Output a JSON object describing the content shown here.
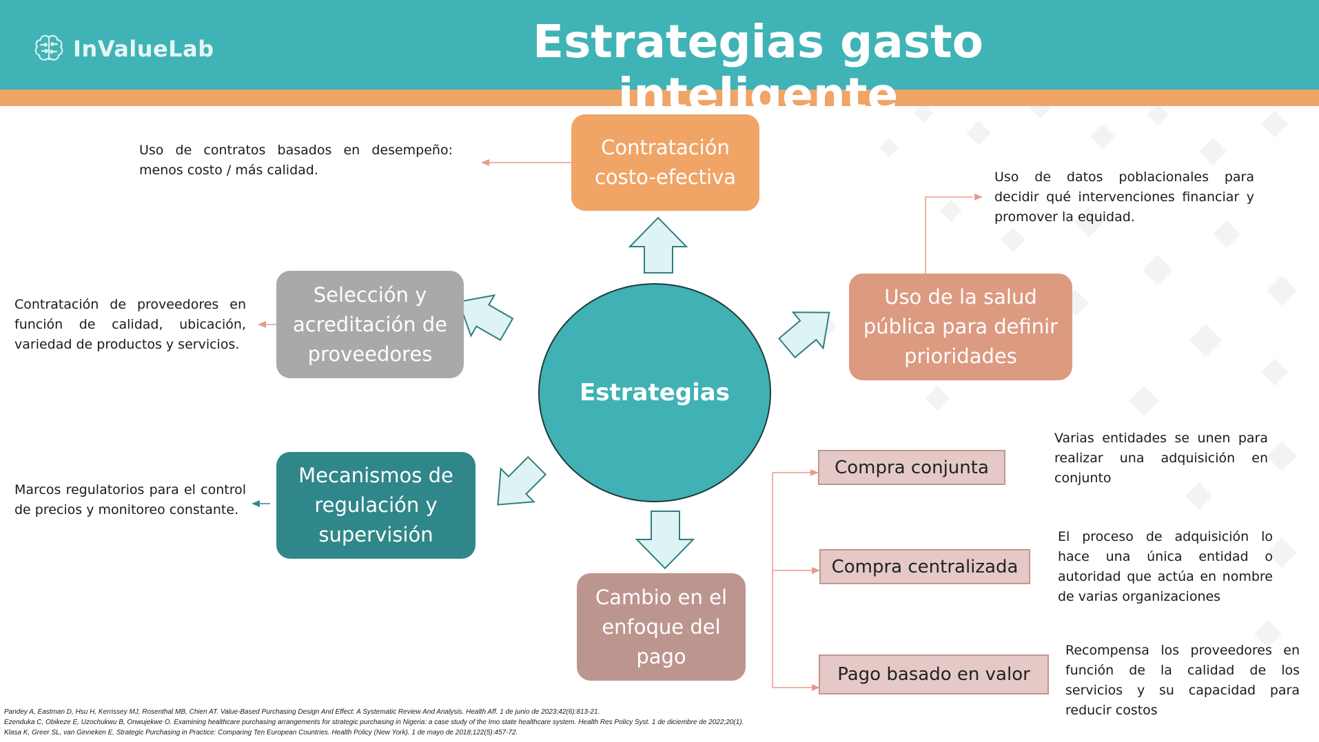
{
  "header": {
    "logo_text": "InValueLab",
    "title": "Estrategias gasto inteligente"
  },
  "diagram": {
    "center": "Estrategias",
    "boxes": {
      "contratacion": "Contratación costo-efectiva",
      "seleccion": "Selección y acreditación de proveedores",
      "salud_publica": "Uso de la salud pública para definir prioridades",
      "mecanismos": "Mecanismos de regulación y supervisión",
      "cambio_pago": "Cambio en el enfoque del pago"
    },
    "sub_items": {
      "compra_conjunta": "Compra conjunta",
      "compra_centralizada": "Compra centralizada",
      "pago_valor": "Pago basado en valor"
    },
    "descriptions": {
      "contratacion": "Uso de contratos basados en desempeño: menos costo / más calidad.",
      "seleccion": "Contratación de proveedores en función de calidad, ubicación, variedad de productos y servicios.",
      "salud_publica": "Uso de datos poblacionales para decidir qué intervenciones financiar y promover la equidad.",
      "mecanismos": "Marcos regulatorios para el control de precios y monitoreo constante.",
      "compra_conjunta": "Varias entidades se unen para realizar una adquisición en conjunto",
      "compra_centralizada": "El proceso de adquisición lo hace una única entidad o autoridad que actúa en nombre de varias organizaciones",
      "pago_valor": "Recompensa los proveedores en función de la calidad de los servicios y su capacidad para reducir costos"
    }
  },
  "references": [
    "Pandey A, Eastman D, Hsu H, Kerrissey MJ, Rosenthal MB, Chien AT. Value-Based Purchasing Design And Effect: A Systematic Review And Analysis. Health Aff. 1 de junio de 2023;42(6):813-21.",
    "Ezenduka C, Obikeze E, Uzochukwu B, Onwujekwe O. Examining healthcare purchasing arrangements for strategic purchasing in Nigeria: a case study of the Imo state healthcare system. Health Res Policy Syst. 1 de diciembre de 2022;20(1).",
    "Klasa K, Greer SL, van Ginneken E. Strategic Purchasing in Practice: Comparing Ten European Countries. Health Policy (New York). 1 de mayo de 2018;122(5):457-72."
  ],
  "colors": {
    "header": "#40b3b6",
    "band": "#f0a466",
    "arrow_fill": "#def3f3",
    "arrow_stroke": "#2f7e80"
  }
}
